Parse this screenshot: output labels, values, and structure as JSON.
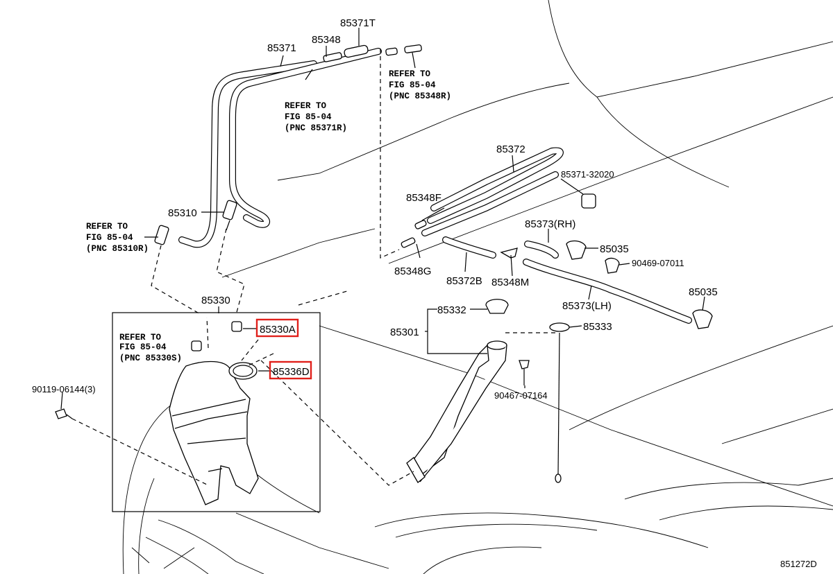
{
  "diagram_id": "851272D",
  "parts": [
    {
      "id": "p85371",
      "label": "85371"
    },
    {
      "id": "p85348",
      "label": "85348"
    },
    {
      "id": "p85371T",
      "label": "85371T"
    },
    {
      "id": "p85310",
      "label": "85310"
    },
    {
      "id": "p85330",
      "label": "85330"
    },
    {
      "id": "p85330A",
      "label": "85330A",
      "highlighted": true
    },
    {
      "id": "p85336D",
      "label": "85336D",
      "highlighted": true
    },
    {
      "id": "p90119",
      "label": "90119-06144(3)"
    },
    {
      "id": "p85372",
      "label": "85372"
    },
    {
      "id": "p85371_32020",
      "label": "85371-32020"
    },
    {
      "id": "p85348F",
      "label": "85348F"
    },
    {
      "id": "p85348G",
      "label": "85348G"
    },
    {
      "id": "p85372B",
      "label": "85372B"
    },
    {
      "id": "p85348M",
      "label": "85348M"
    },
    {
      "id": "p85373RH",
      "label": "85373(RH)"
    },
    {
      "id": "p85035a",
      "label": "85035"
    },
    {
      "id": "p90469",
      "label": "90469-07011"
    },
    {
      "id": "p85373LH",
      "label": "85373(LH)"
    },
    {
      "id": "p85035b",
      "label": "85035"
    },
    {
      "id": "p85332",
      "label": "85332"
    },
    {
      "id": "p85301",
      "label": "85301"
    },
    {
      "id": "p85333",
      "label": "85333"
    },
    {
      "id": "p90467",
      "label": "90467-07164"
    }
  ],
  "references": [
    {
      "id": "ref_85371R",
      "lines": [
        "REFER TO",
        "FIG 85-04",
        "(PNC 85371R)"
      ]
    },
    {
      "id": "ref_85348R",
      "lines": [
        "REFER TO",
        "FIG 85-04",
        "(PNC 85348R)"
      ]
    },
    {
      "id": "ref_85310R",
      "lines": [
        "REFER TO",
        "FIG 85-04",
        "(PNC 85310R)"
      ]
    },
    {
      "id": "ref_85330S",
      "lines": [
        "REFER TO",
        "FIG 85-04",
        "(PNC 85330S)"
      ]
    }
  ],
  "colors": {
    "highlight": "#e0201b",
    "ink": "#000000",
    "background": "#ffffff"
  }
}
